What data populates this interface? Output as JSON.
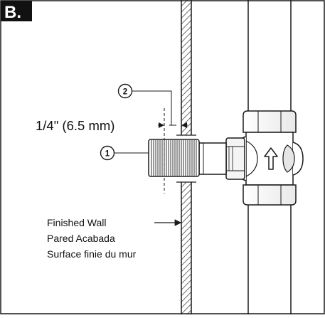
{
  "panel": {
    "label": "B."
  },
  "callouts": {
    "c1": "1",
    "c2": "2"
  },
  "dimension": {
    "text": "1/4\" (6.5 mm)"
  },
  "wall_label": {
    "line1": "Finished Wall",
    "line2": "Pared Acabada",
    "line3": "Surface finie du mur"
  },
  "colors": {
    "stroke": "#1a1a1a",
    "panel_label_bg": "#111111",
    "panel_label_text": "#ffffff",
    "background": "#ffffff"
  }
}
